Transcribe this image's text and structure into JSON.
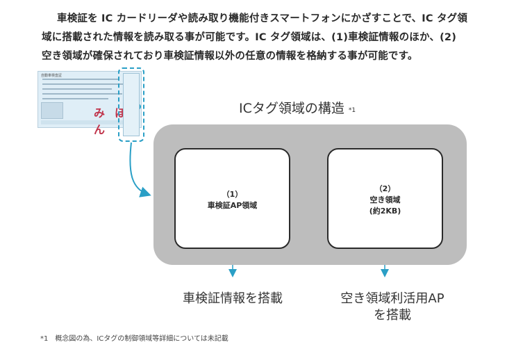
{
  "paragraph": {
    "line1": "車検証を IC カードリーダや読み取り機能付きスマートフォンにかざすことで、IC タグ領",
    "line2": "域に搭載された情報を読み取る事が可能です。IC タグ領域は、(1)車検証情報のほか、(2)",
    "line3": "空き領域が確保されており車検証情報以外の任意の情報を格納する事が可能です。"
  },
  "card": {
    "name_text": "みほん",
    "header_text": "自動車検査証"
  },
  "diagram": {
    "title": "ICタグ領域の構造",
    "title_note": "*1",
    "box1": {
      "num": "（1）",
      "label": "車検証AP領域"
    },
    "box2": {
      "num": "（2）",
      "label": "空き領域",
      "size": "(約2KB)"
    },
    "caption1": "車検証情報を搭載",
    "caption2_line1": "空き領域利活用AP",
    "caption2_line2": "を搭載"
  },
  "footnote": "*1　概念図の為、ICタグの制御領域等詳細については未記載",
  "colors": {
    "accent": "#2a9fc6",
    "outer_fill": "#bdbdbd",
    "box_border": "#2a2a2a"
  }
}
